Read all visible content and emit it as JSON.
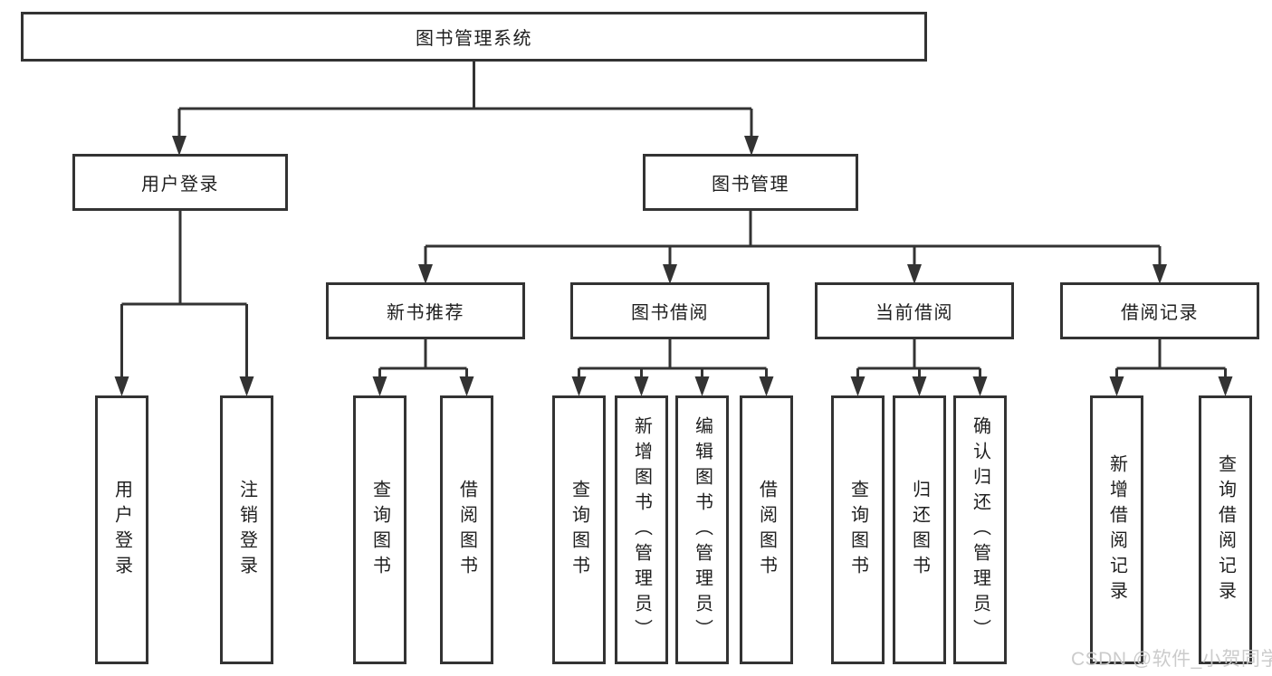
{
  "diagram": {
    "root": {
      "label": "图书管理系统"
    },
    "level2": [
      {
        "label": "用户登录"
      },
      {
        "label": "图书管理"
      }
    ],
    "level3": [
      {
        "label": "新书推荐"
      },
      {
        "label": "图书借阅"
      },
      {
        "label": "当前借阅"
      },
      {
        "label": "借阅记录"
      }
    ],
    "leaves": [
      {
        "label": "用户登录"
      },
      {
        "label": "注销登录"
      },
      {
        "label": "查询图书"
      },
      {
        "label": "借阅图书"
      },
      {
        "label": "查询图书"
      },
      {
        "label": "新增图书（管理员）"
      },
      {
        "label": "编辑图书（管理员）"
      },
      {
        "label": "借阅图书"
      },
      {
        "label": "查询图书"
      },
      {
        "label": "归还图书"
      },
      {
        "label": "确认归还（管理员）"
      },
      {
        "label": "新增借阅记录"
      },
      {
        "label": "查询借阅记录"
      }
    ],
    "colors": {
      "line": "#333333",
      "text": "#1f1f1f",
      "background": "#ffffff",
      "watermark": "#c9c9c9"
    }
  },
  "watermark": {
    "text": "CSDN @软件_小贺同学"
  }
}
